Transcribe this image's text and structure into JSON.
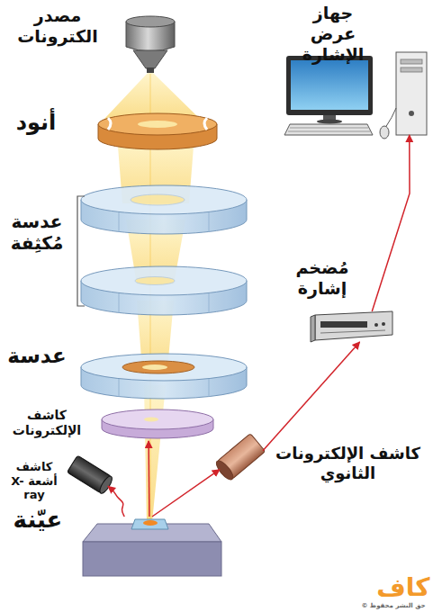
{
  "diagram": {
    "nodes": [
      {
        "text": [
          "جهاز عرض الإشارة"
        ]
      },
      {
        "text": [
          "مُضخم إشارة"
        ]
      },
      {
        "text": [
          "كاشف الإلكترونات"
        ]
      },
      {
        "text": [
          "كاشف أشعة X-ray"
        ]
      },
      {
        "text": [
          "كاشف الإلكترونات الثانوي"
        ]
      },
      {
        "text": [
          "عيّنة"
        ]
      }
    ],
    "edges": [
      {
        "from": 5,
        "to": 2,
        "arrow": "to"
      },
      {
        "from": 5,
        "to": 3,
        "arrow": "to"
      },
      {
        "from": 5,
        "to": 4,
        "arrow": "to"
      },
      {
        "from": 4,
        "to": 1,
        "arrow": "to"
      },
      {
        "from": 1,
        "to": 0,
        "arrow": "to"
      }
    ],
    "labels": [
      "مصدر الكترونات",
      "أنود",
      "عدسة مُكثِفة",
      "عدسة",
      "كاف",
      "حق النشر محفوظ ©"
    ]
  }
}
